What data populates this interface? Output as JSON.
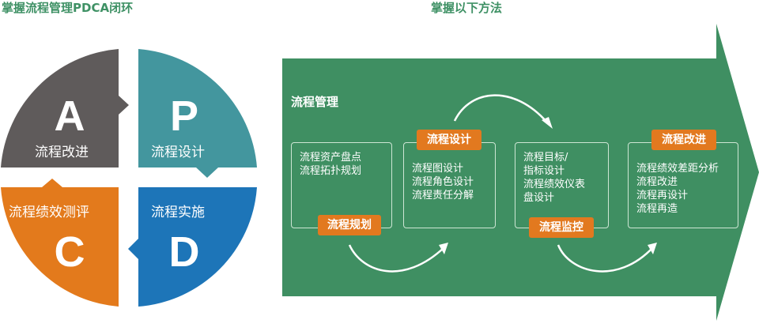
{
  "titles": {
    "left": "掌握流程管理PDCA闭环",
    "right": "掌握以下方法"
  },
  "pdca": {
    "a": {
      "letter": "A",
      "label": "流程改进"
    },
    "p": {
      "letter": "P",
      "label": "流程设计"
    },
    "c": {
      "letter": "C",
      "label": "流程绩效测评"
    },
    "d": {
      "letter": "D",
      "label": "流程实施"
    }
  },
  "colors": {
    "a": "#5f5b5b",
    "p": "#43969e",
    "c": "#e37a1c",
    "d": "#1d75b8",
    "arrow": "#3f8f62",
    "badge": "#e2791f",
    "title": "#3f9165"
  },
  "section_title": "流程管理",
  "stages": [
    {
      "badge": "流程规划",
      "lines": [
        "流程资产盘点",
        "流程拓扑规划"
      ]
    },
    {
      "badge": "流程设计",
      "lines": [
        "流程图设计",
        "流程角色设计",
        "流程责任分解"
      ]
    },
    {
      "badge": "流程监控",
      "lines": [
        "流程目标/",
        "指标设计",
        "流程绩效仪表",
        "盘设计"
      ]
    },
    {
      "badge": "流程改进",
      "lines": [
        "流程绩效差距分析",
        "流程改进",
        "流程再设计",
        "流程再造"
      ]
    }
  ]
}
